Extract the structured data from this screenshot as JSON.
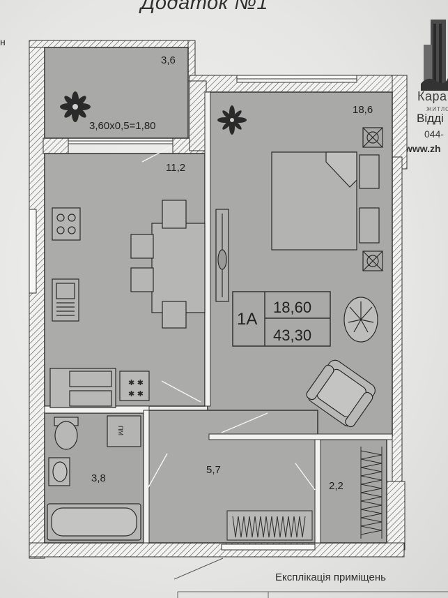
{
  "document": {
    "title": "Додаток №1",
    "corner_letter": "н",
    "footer_heading": "Експлікація приміщень"
  },
  "developer": {
    "name": "Кара",
    "tagline": "ЖИТЛО",
    "department": "Відді",
    "phone": "044-",
    "website": "www.zh"
  },
  "plan": {
    "unit": {
      "code": "1А",
      "living_area": "18,60",
      "total_area": "43,30"
    },
    "rooms": {
      "balcony": "3,6",
      "balcony_formula": "3,60х0,5=1,80",
      "living_room": "18,6",
      "kitchen": "11,2",
      "bathroom": "3,8",
      "hallway": "5,7",
      "storage": "2,2"
    },
    "fixtures": {
      "washer_label": "ПМ"
    }
  },
  "colors": {
    "room_fill": "#a9a9a7",
    "wall_fill": "#f4f4f2",
    "ink": "#2a2a2a"
  }
}
